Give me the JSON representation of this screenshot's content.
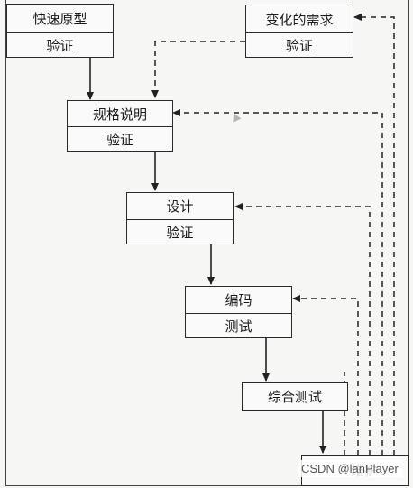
{
  "boxes": {
    "prototype": {
      "title": "快速原型",
      "sub": "验证"
    },
    "changes": {
      "title": "变化的需求",
      "sub": "验证"
    },
    "spec": {
      "title": "规格说明",
      "sub": "验证"
    },
    "design": {
      "title": "设计",
      "sub": "验证"
    },
    "coding": {
      "title": "编码",
      "sub": "测试"
    },
    "integration": {
      "title": "综合测试"
    },
    "maintenance": {
      "title": "维护"
    }
  },
  "watermark": "CSDN @lanPlayer",
  "colors": {
    "line": "#222222",
    "box_border": "#2a2a2a"
  }
}
